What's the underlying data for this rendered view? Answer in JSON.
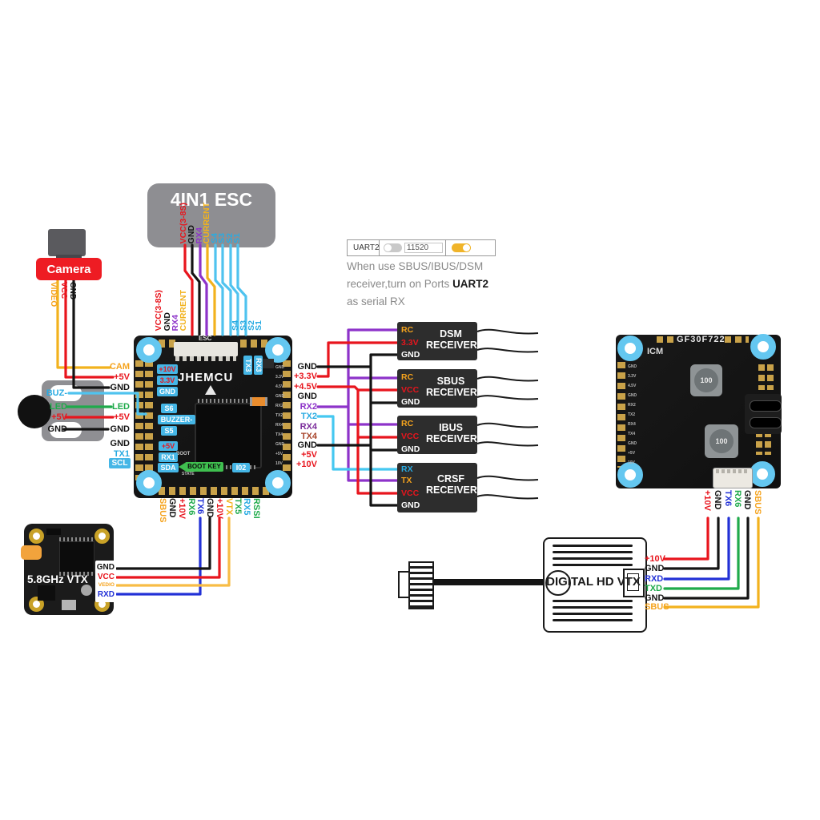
{
  "colors": {
    "red": "#e8151d",
    "black": "#141414",
    "purple": "#8d33c9",
    "dark_purple": "#7b2d9b",
    "orange": "#f5a31d",
    "yellow": "#f2b21d",
    "cyan": "#29abe2",
    "green": "#1faa4b",
    "blue": "#2231d6",
    "brown": "#a8442a",
    "board_black": "#161616",
    "hole_blue": "#64c7f0",
    "pad_gold": "#c9a249",
    "esc_gray": "#8e8e92",
    "receiver_black": "#2d2d2d",
    "toggle_on": "#f0b429",
    "camera_red": "#ee1c23",
    "chip_cyan": "#45b6e6",
    "bootkey_green": "#3fbf4f"
  },
  "esc": {
    "title": "4IN1 ESC",
    "pins": [
      "VCC(3-8S)",
      "GND",
      "RX4",
      "CURRENT",
      "S4",
      "S3",
      "S2",
      "S1"
    ]
  },
  "fc": {
    "brand": "JHEMCU",
    "esc_label": "ESC",
    "boot": "BOOT",
    "boot_key": "BOOT KEY",
    "state": "STATE",
    "top_pins": [
      "VCC(3-8S)",
      "GND",
      "RX4",
      "CURRENT",
      "S4",
      "S3",
      "S2",
      "S1"
    ],
    "chips": {
      "p10v": "+10V",
      "v33": "3.3V",
      "gnd": "GND",
      "s6": "S6",
      "buzzer": "BUZZER-",
      "s5": "S5",
      "p5v": "+5V",
      "rx1": "RX1",
      "sda": "SDA",
      "io2": "I02",
      "tx3": "TX3",
      "rx3": "RX3"
    },
    "left": {
      "cam": "CAM",
      "p5v": "+5V",
      "gnd": "GND",
      "led": "LED",
      "p5v2": "+5V",
      "gnd2": "GND",
      "gnd3": "GND",
      "tx1": "TX1",
      "scl": "SCL"
    },
    "right": [
      "GND",
      "+3.3V",
      "+4.5V",
      "GND",
      "RX2",
      "TX2",
      "RX4",
      "TX4",
      "GND",
      "+5V",
      "+10V"
    ],
    "right_silk": [
      "GND",
      "3.3V",
      "4.5V",
      "GND",
      "RX2",
      "TX2",
      "RX4",
      "TX4",
      "GND",
      "+5V",
      "10V"
    ],
    "bottom": [
      "SBUS",
      "GND",
      "+10V",
      "RX6",
      "TX6",
      "GND",
      "+10V",
      "VTX",
      "TX5",
      "RX5",
      "RSSI"
    ]
  },
  "camera": {
    "title": "Camera",
    "pins": [
      "VIDEO",
      "VCC",
      "GND"
    ]
  },
  "buzzer": {
    "pins": [
      "BUZ-",
      "LED",
      "+5V",
      "GND"
    ]
  },
  "uart": {
    "port": "UART2",
    "baud": "11520",
    "note1": "When use SBUS/IBUS/DSM",
    "note2": "receiver,turn on Ports ",
    "note2_bold": "UART2",
    "note3": "as serial RX"
  },
  "receivers": [
    {
      "line1": "DSM",
      "line2": "RECEIVER",
      "pins": [
        "RC",
        "3.3V",
        "GND"
      ]
    },
    {
      "line1": "SBUS",
      "line2": "RECEIVER",
      "pins": [
        "RC",
        "VCC",
        "GND"
      ]
    },
    {
      "line1": "IBUS",
      "line2": "RECEIVER",
      "pins": [
        "RC",
        "VCC",
        "GND"
      ]
    },
    {
      "line1": "CRSF",
      "line2": "RECEIVER",
      "pins": [
        "RX",
        "TX",
        "VCC",
        "GND"
      ]
    }
  ],
  "vtx58": {
    "title": "5.8GHz VTX",
    "pins": [
      "GND",
      "VCC",
      "VEDIO",
      "RXD"
    ]
  },
  "board2": {
    "name": "GF30F722",
    "chip": "ICM",
    "inductor": "100",
    "left_silk": [
      "GND",
      "3.3V",
      "4.5V",
      "GND",
      "RX2",
      "TX2",
      "RX4",
      "TX4",
      "GND",
      "+5V",
      "10V"
    ],
    "bottom": [
      "+10V",
      "GND",
      "TX6",
      "RX6",
      "GND",
      "SBUS"
    ]
  },
  "hdvtx": {
    "title": "DIGITAL HD VTX",
    "pins": [
      "+10V",
      "GND",
      "RXD",
      "TXD",
      "GND",
      "SBUS"
    ]
  }
}
